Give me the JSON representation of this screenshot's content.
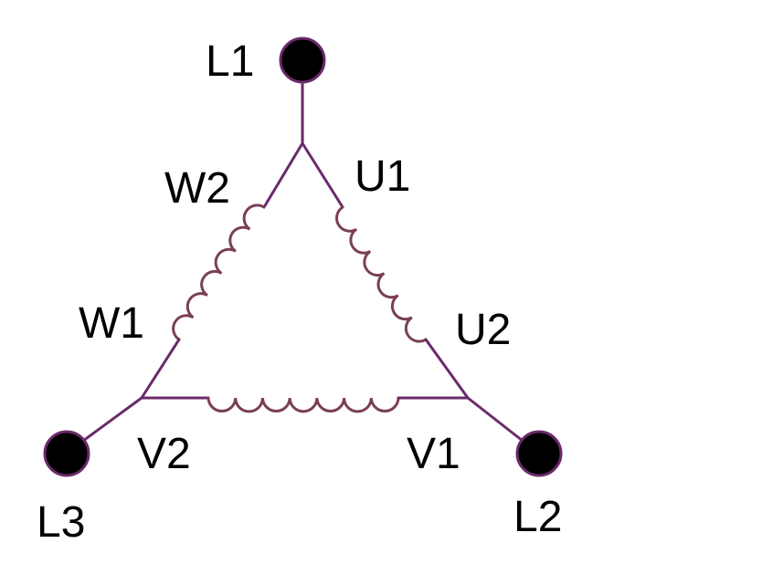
{
  "diagram": {
    "terminals": {
      "l1": "L1",
      "l2": "L2",
      "l3": "L3"
    },
    "windings": {
      "u1": "U1",
      "u2": "U2",
      "v1": "V1",
      "v2": "V2",
      "w1": "W1",
      "w2": "W2"
    },
    "colors": {
      "wire": "#6a2a6a",
      "coil": "#7a3f55",
      "terminal_fill": "#000000",
      "terminal_stroke": "#6a2a6a",
      "label": "#000000"
    }
  }
}
